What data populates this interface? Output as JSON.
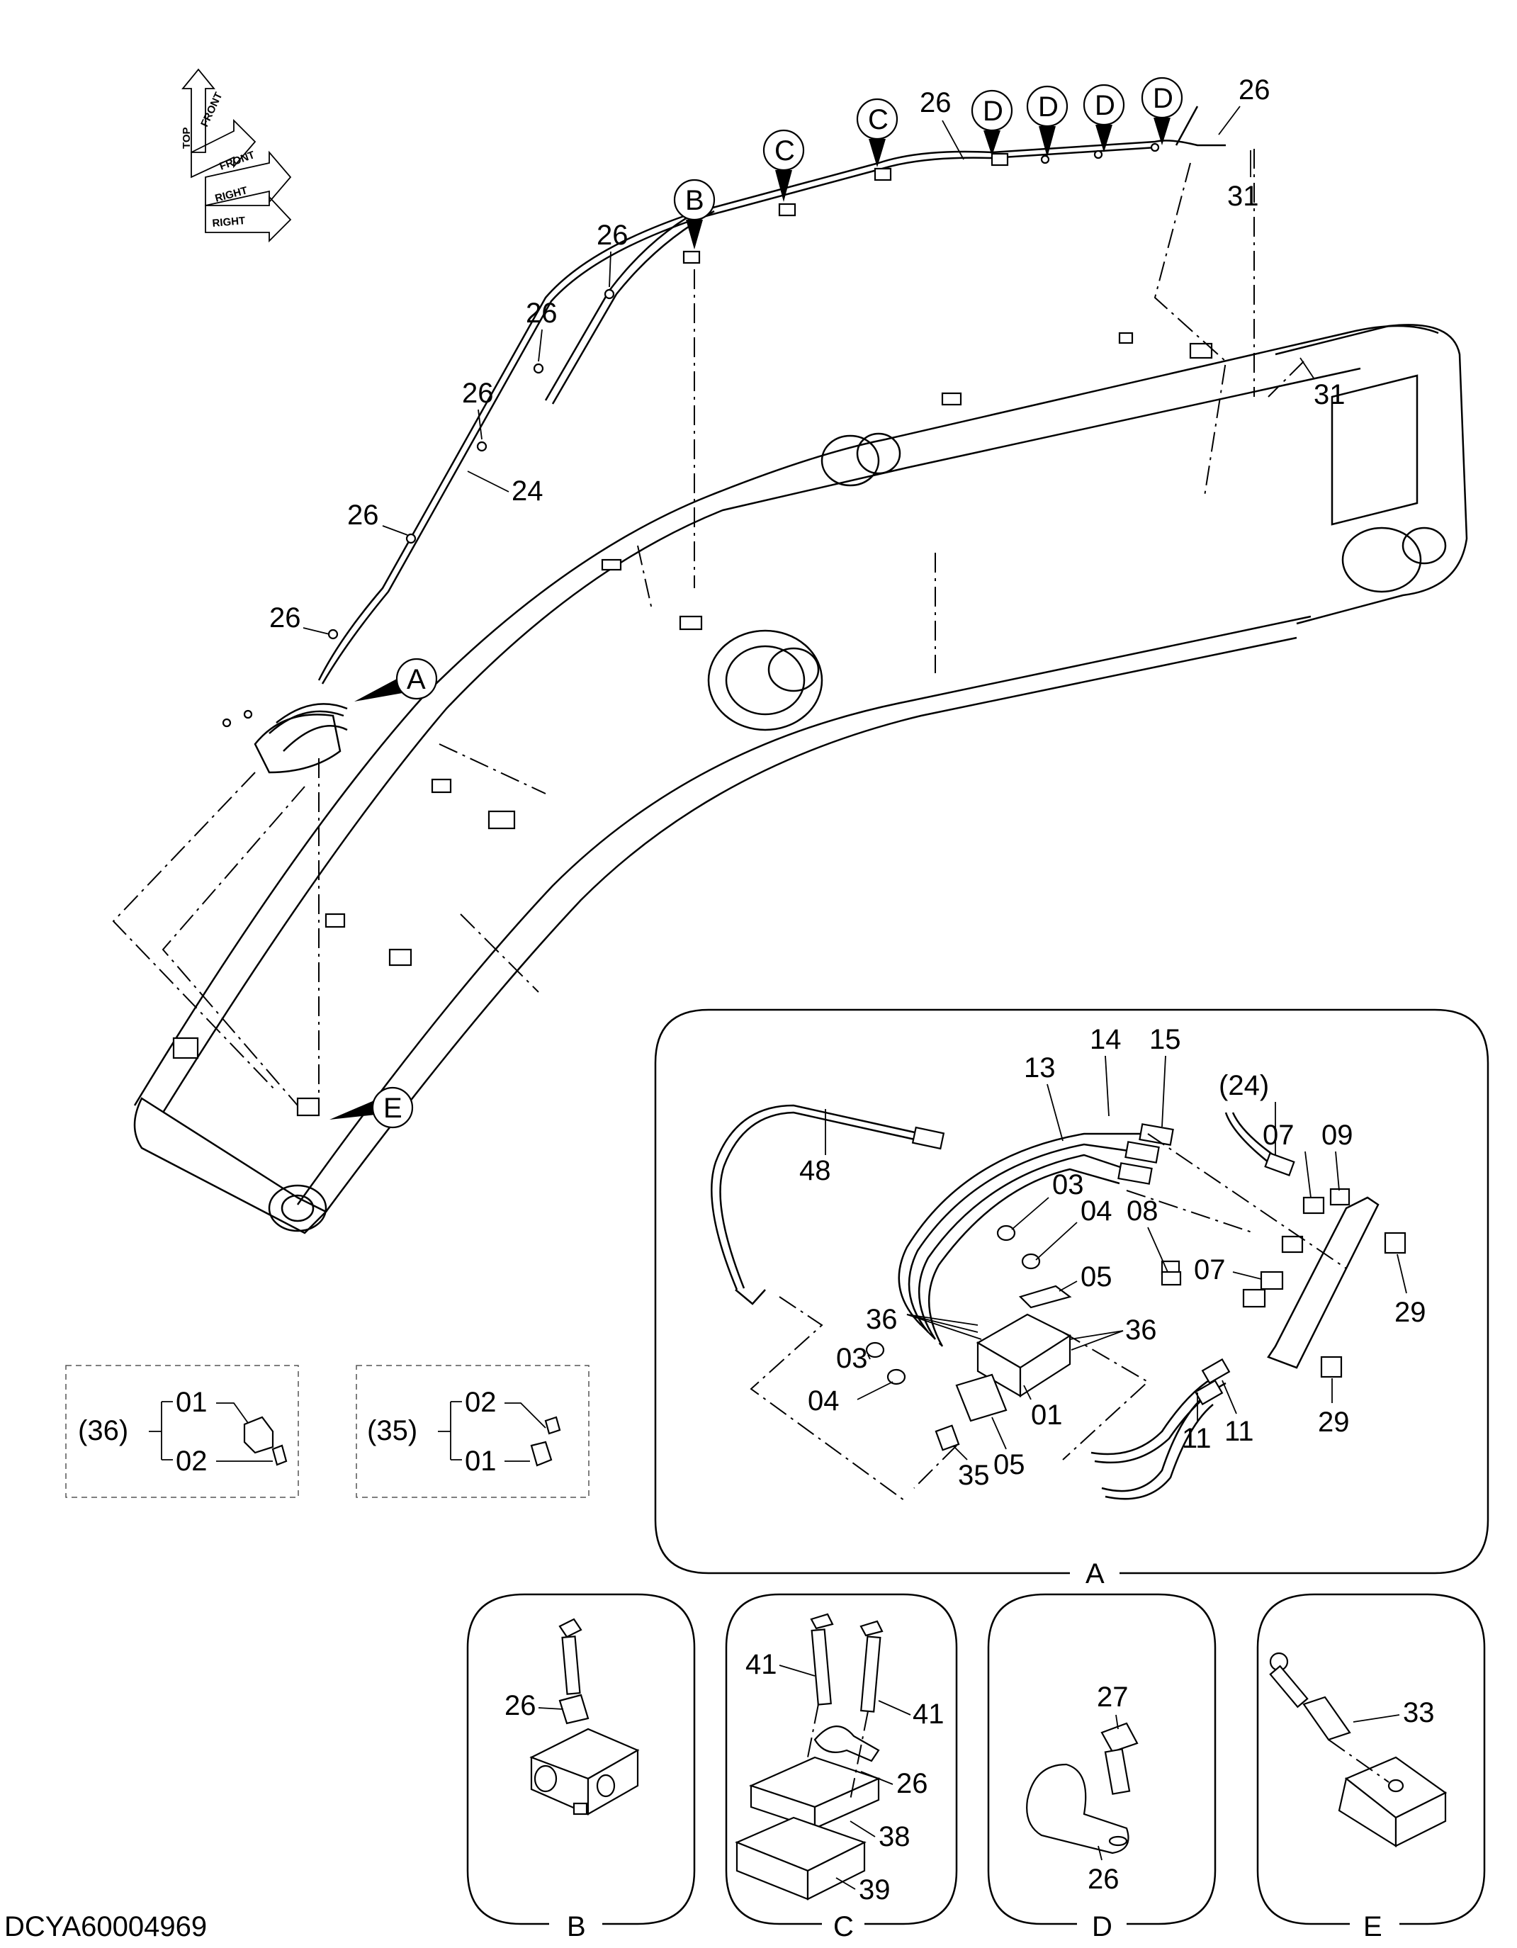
{
  "diagram_code": "DCYA60004969",
  "orientation_icon": {
    "labels": [
      "TOP",
      "FRONT",
      "FRONT",
      "RIGHT",
      "RIGHT"
    ]
  },
  "main_view": {
    "callouts": {
      "A": "A",
      "B": "B",
      "C": "C",
      "D": "D",
      "E": "E"
    },
    "labels": {
      "p26": "26",
      "p24": "24",
      "p31": "31"
    }
  },
  "detail_A": {
    "title": "A",
    "labels": {
      "p48": "48",
      "p13": "13",
      "p14": "14",
      "p15": "15",
      "p24ref": "(24)",
      "p07": "07",
      "p09": "09",
      "p03": "03",
      "p04": "04",
      "p08": "08",
      "p05": "05",
      "p36": "36",
      "p29": "29",
      "p01": "01",
      "p35": "35",
      "p11": "11"
    }
  },
  "legend_36": {
    "ref": "(36)",
    "items": [
      "01",
      "02"
    ]
  },
  "legend_35": {
    "ref": "(35)",
    "items": [
      "02",
      "01"
    ]
  },
  "detail_B": {
    "title": "B",
    "labels": {
      "p26": "26"
    }
  },
  "detail_C": {
    "title": "C",
    "labels": {
      "p41": "41",
      "p26": "26",
      "p38": "38",
      "p39": "39"
    }
  },
  "detail_D": {
    "title": "D",
    "labels": {
      "p27": "27",
      "p26": "26"
    }
  },
  "detail_E": {
    "title": "E",
    "labels": {
      "p33": "33"
    }
  }
}
